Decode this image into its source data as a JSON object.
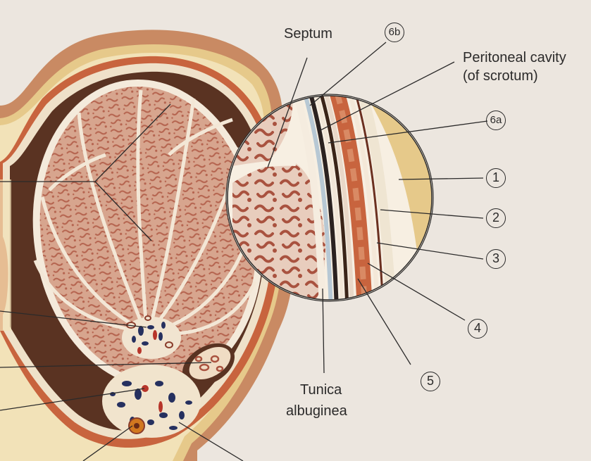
{
  "labels": {
    "septum": "Septum",
    "peritoneal_cavity_line1": "Peritoneal cavity",
    "peritoneal_cavity_line2": "(of scrotum)",
    "tunica_albuginea_line1": "Tunica",
    "tunica_albuginea_line2": "albuginea"
  },
  "callouts": [
    "6b",
    "6a",
    "1",
    "2",
    "3",
    "4",
    "5"
  ],
  "colors": {
    "background": "#ece6df",
    "parenchyma": "#d7a58e",
    "tubules": "#b5644f",
    "skin": "#c98a63",
    "fascia": "#e6c98a",
    "muscle": "#c8643e",
    "tunica_vaginalis": "#5a3322",
    "vessel_blue": "#26305f",
    "vessel_red": "#b7352a",
    "leader_line": "#2b2a2a"
  }
}
